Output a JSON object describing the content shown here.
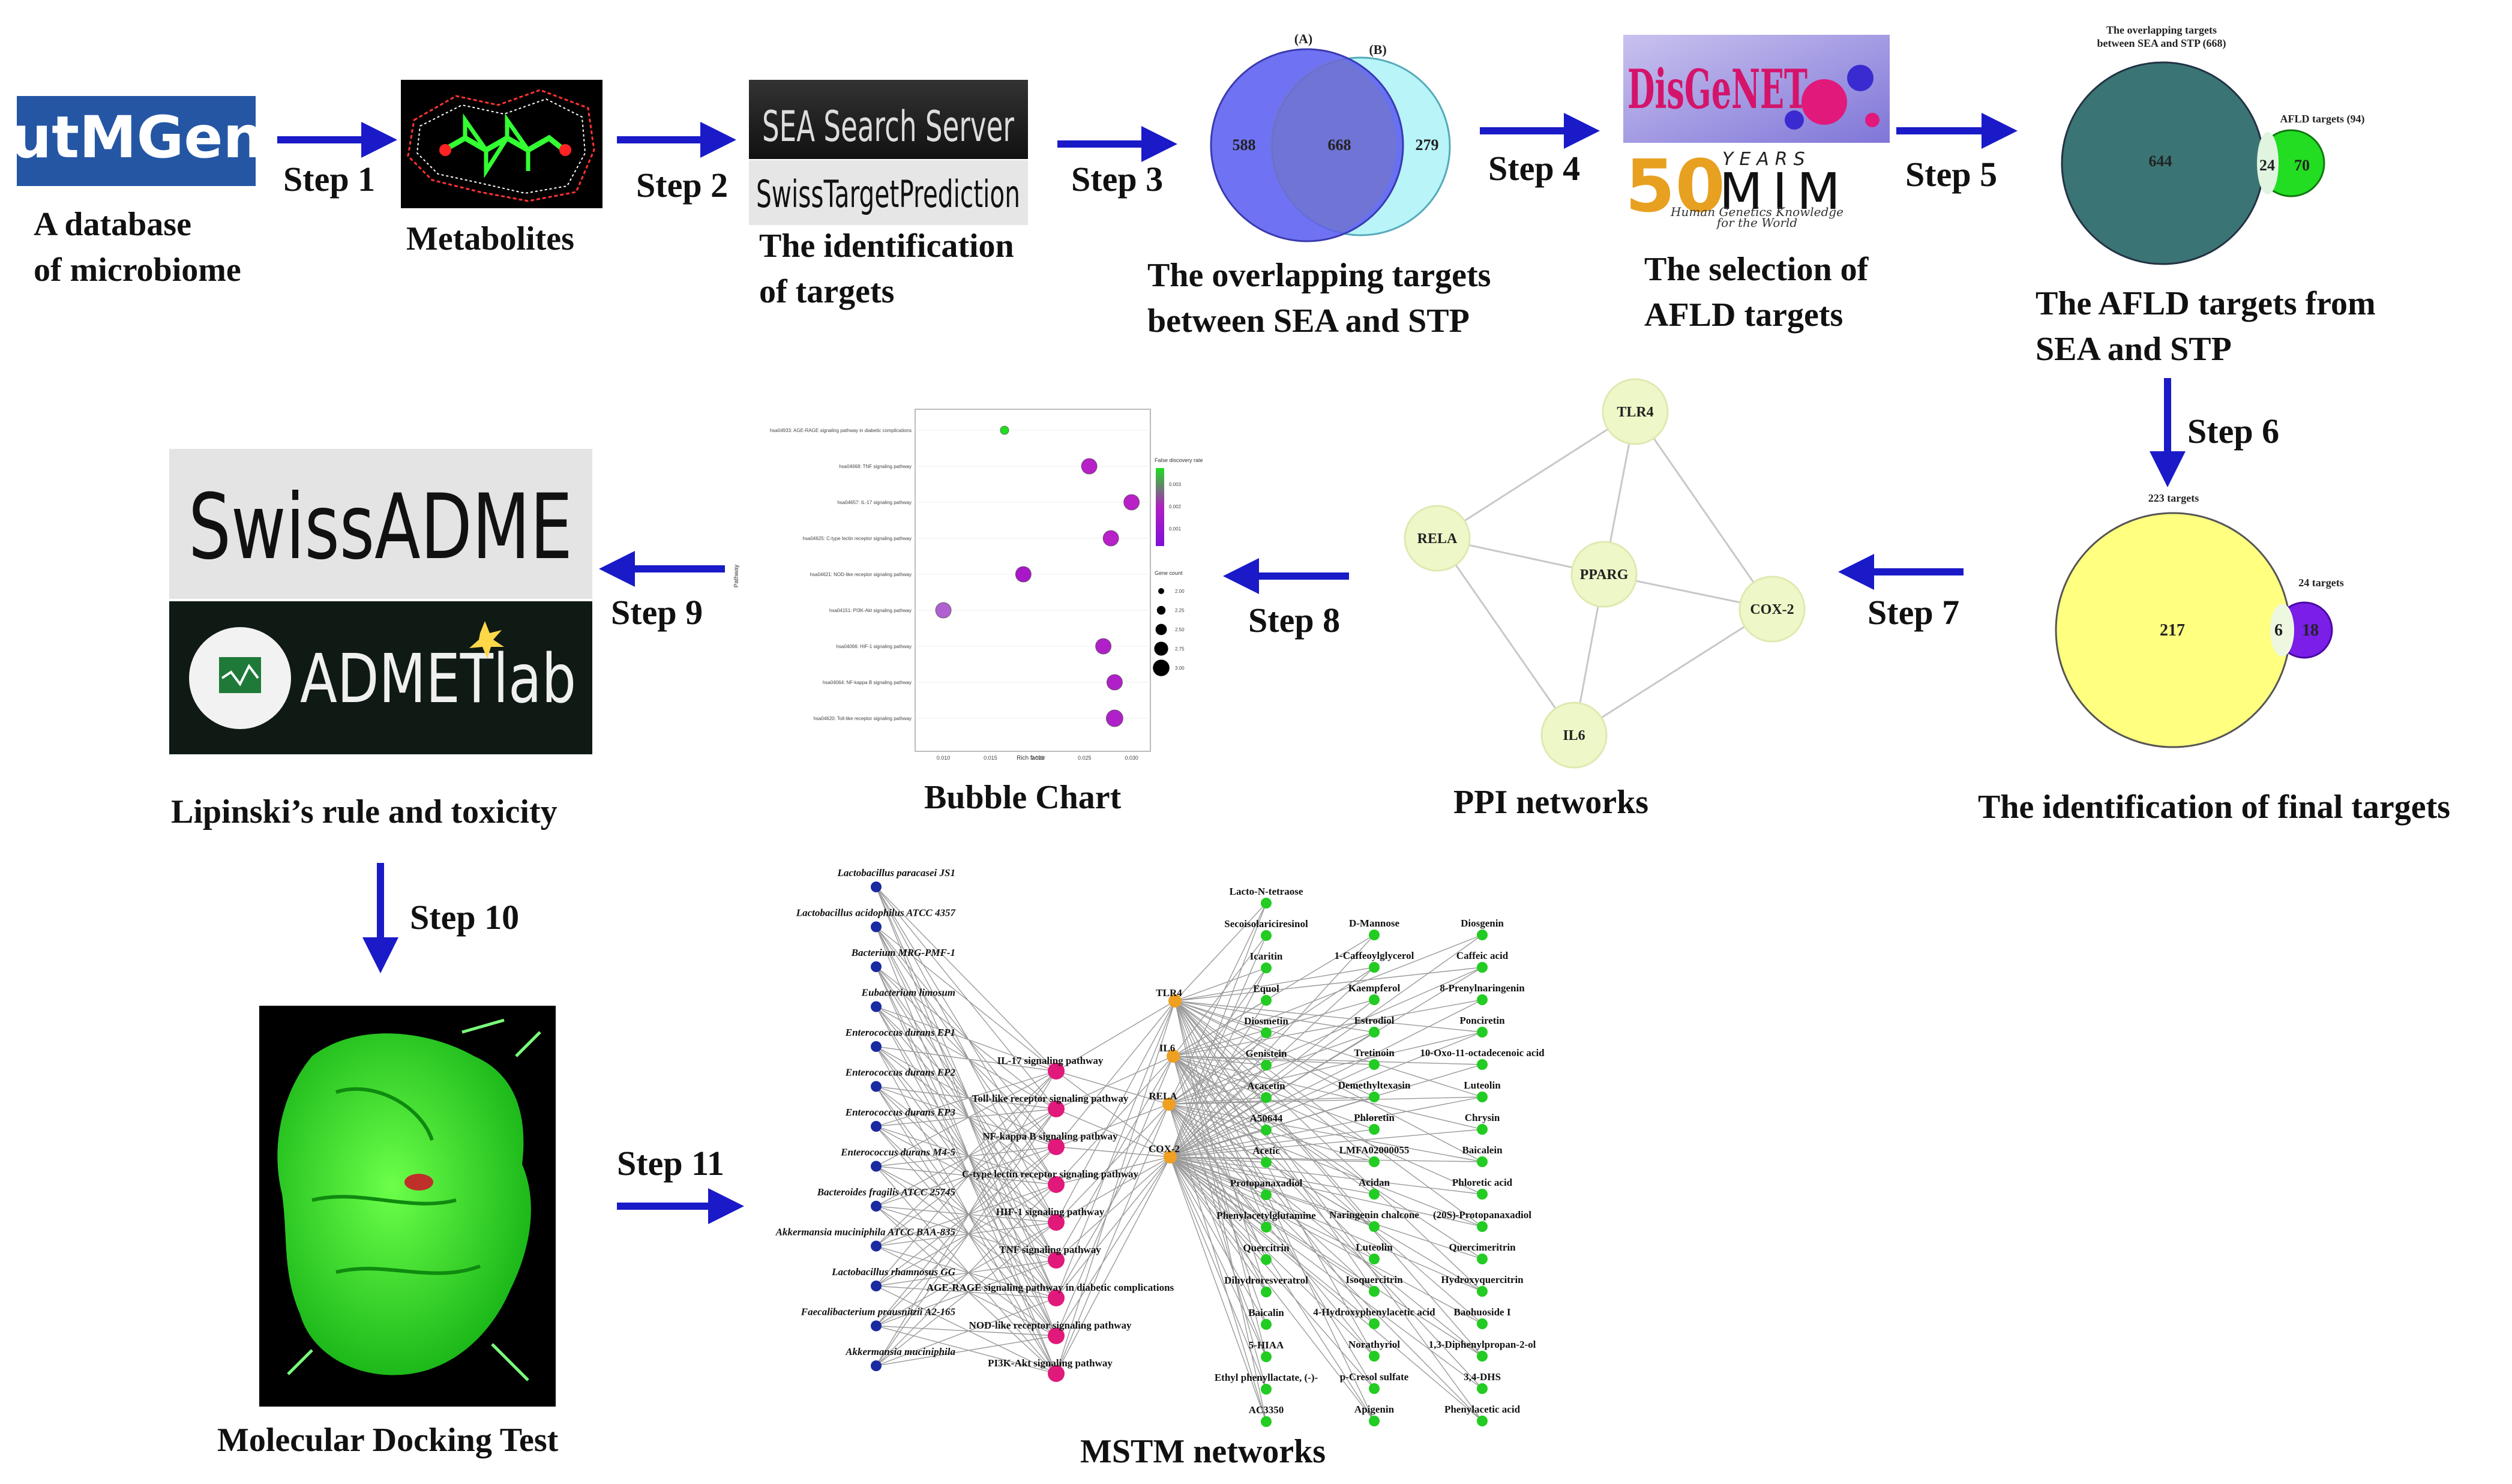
{
  "steps": [
    "Step 1",
    "Step 2",
    "Step 3",
    "Step 4",
    "Step 5",
    "Step 6",
    "Step 7",
    "Step 8",
    "Step 9",
    "Step 10",
    "Step 11"
  ],
  "captions": {
    "gutmgene_1": "A database",
    "gutmgene_2": "of microbiome",
    "metabolites": "Metabolites",
    "ident_targets_1": "The identification",
    "ident_targets_2": "of targets",
    "overlap_1": "The overlapping targets",
    "overlap_2": "between SEA and STP",
    "afld_sel_1": "The selection of",
    "afld_sel_2": "AFLD targets",
    "afld_from_1": "The AFLD targets from",
    "afld_from_2": "SEA and STP",
    "final_targets": "The identification of final targets",
    "ppi": "PPI networks",
    "bubble": "Bubble Chart",
    "lipinski": "Lipinski’s rule and toxicity",
    "docking": "Molecular Docking Test",
    "mstm": "MSTM networks"
  },
  "logos": {
    "gutmgene": "gutMGene",
    "sea": "SEA Search Server",
    "swiss_target": "SwissTargetPrediction",
    "disgenet": "DisGeNET",
    "omim_years": "YEARS",
    "omim_num": "50",
    "omim_word": "MIM",
    "omim_tag1": "Human Genetics Knowledge",
    "omim_tag2": "for the World",
    "swissadme": "SwissADME",
    "admetlab": "ADMETlab"
  },
  "venn_overlap": {
    "label_a": "(A)",
    "label_b": "(B)",
    "left_only": "588",
    "both": "668",
    "right_only": "279"
  },
  "venn_afld": {
    "title_1": "The overlapping targets",
    "title_2": "between SEA and STP (668)",
    "right_title": "AFLD targets (94)",
    "left_only": "644",
    "both": "24",
    "right_only": "70"
  },
  "venn_final": {
    "left_title": "223 targets",
    "right_title": "24 targets",
    "left_only": "217",
    "both": "6",
    "right_only": "18"
  },
  "ppi": {
    "nodes": [
      "TLR4",
      "RELA",
      "PPARG",
      "COX-2",
      "IL6"
    ]
  },
  "bubble_chart": {
    "pathways": [
      "hsa04933: AGE-RAGE signaling pathway in diabetic complications",
      "hsa04668: TNF signaling pathway",
      "hsa04657: IL-17 signaling pathway",
      "hsa04625: C-type lectin receptor signaling pathway",
      "hsa04621: NOD-like receptor signaling pathway",
      "hsa04151: PI3K-Akt signaling pathway",
      "hsa04066: HIF-1 signaling pathway",
      "hsa04064: NF-kappa B signaling pathway",
      "hsa04620: Toll-like receptor signaling pathway"
    ],
    "ylabel": "Pathway",
    "xlabel": "Rich factor",
    "xticks": [
      "0.010",
      "0.015",
      "0.020",
      "0.025",
      "0.030"
    ],
    "legend_color_title": "False discovery rate",
    "legend_color_ticks": [
      "0.003",
      "0.002",
      "0.001"
    ],
    "legend_size_title": "Gene count",
    "legend_size_ticks": [
      "2.00",
      "2.25",
      "2.50",
      "2.75",
      "3.00"
    ]
  },
  "mstm": {
    "bacteria": [
      "Lactobacillus paracasei JS1",
      "Lactobacillus acidophilus ATCC 4357",
      "Bacterium MRG-PMF-1",
      "Eubacterium limosum",
      "Enterococcus durans EP1",
      "Enterococcus durans EP2",
      "Enterococcus durans EP3",
      "Enterococcus durans M4-5",
      "Bacteroides fragilis ATCC 25745",
      "Akkermansia muciniphila ATCC BAA-835",
      "Lactobacillus rhamnosus GG",
      "Faecalibacterium prausnitzii A2-165",
      "Akkermansia muciniphila"
    ],
    "pathways": [
      "IL-17 signaling pathway",
      "Toll-like receptor signaling pathway",
      "NF-kappa B signaling pathway",
      "C-type lectin receptor signaling pathway",
      "HIF-1 signaling pathway",
      "TNF signaling pathway",
      "AGE-RAGE signaling pathway in diabetic complications",
      "NOD-like receptor signaling pathway",
      "PI3K-Akt signaling pathway"
    ],
    "targets": [
      "TLR4",
      "IL6",
      "RELA",
      "COX-2"
    ],
    "metabolites_col1": [
      "Lacto-N-tetraose",
      "Secoisolariciresinol",
      "Icaritin",
      "Equol",
      "Diosmetin",
      "Genistein",
      "Acacetin",
      "A50644",
      "Acetic",
      "Protopanaxadiol",
      "Phenylacetylglutamine",
      "Quercitrin",
      "Dihydroresveratrol",
      "Baicalin",
      "5-HIAA",
      "Ethyl phenyllactate, (-)-",
      "AC3350"
    ],
    "metabolites_col2": [
      "D-Mannose",
      "1-Caffeoylglycerol",
      "Kaempferol",
      "Estrodiol",
      "Tretinoin",
      "Demethyltexasin",
      "Phloretin",
      "LMFA02000055",
      "Acidan",
      "Naringenin chalcone",
      "Luteolin",
      "Isoquercitrin",
      "4-Hydroxyphenylacetic acid",
      "Norathyriol",
      "p-Cresol sulfate",
      "Apigenin"
    ],
    "metabolites_col3": [
      "Diosgenin",
      "Caffeic acid",
      "8-Prenylnaringenin",
      "Ponciretin",
      "10-Oxo-11-octadecenoic acid",
      "Luteolin",
      "Chrysin",
      "Baicalein",
      "Phloretic acid",
      "(20S)-Protopanaxadiol",
      "Quercimeritrin",
      "Hydroxyquercitrin",
      "Baohuoside I",
      "1,3-Diphenylpropan-2-ol",
      "3,4-DHS",
      "Phenylacetic acid"
    ]
  },
  "colors": {
    "arrow": "#1a1ac8",
    "venn_a": "#5b5ef0",
    "venn_b": "#b8f4f8",
    "teal": "#3b7474",
    "green": "#22dd22",
    "yellow": "#ffff80",
    "purple": "#7a1ee8",
    "ppi_node": "#eef7c8",
    "docking_green": "#22dd22",
    "bact_node": "#1a2aa0",
    "path_node": "#e0197a",
    "target_node": "#f0a020",
    "metab_node": "#22cc22"
  }
}
